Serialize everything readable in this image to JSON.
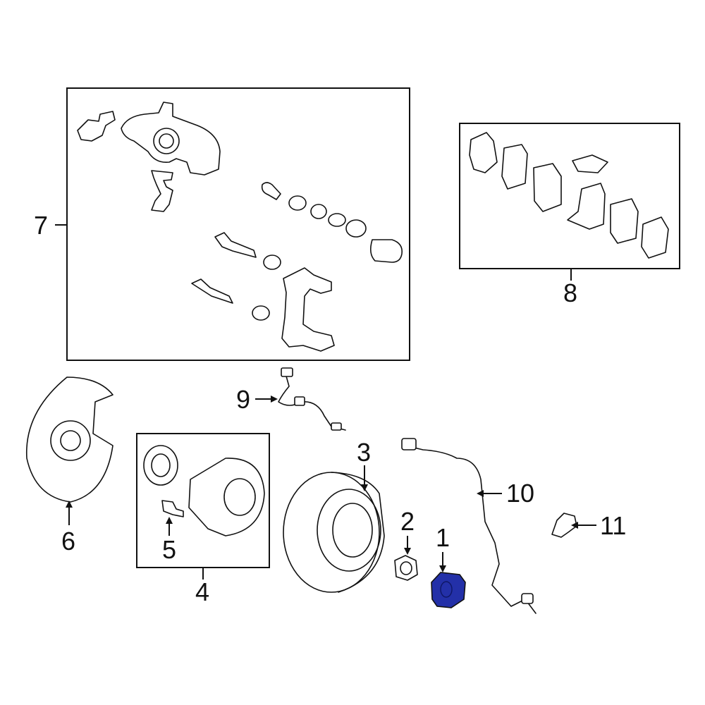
{
  "diagram": {
    "colors": {
      "line": "#111111",
      "highlight": "#2330a8",
      "background": "#ffffff"
    },
    "callouts": [
      {
        "id": "1",
        "label": "1"
      },
      {
        "id": "2",
        "label": "2"
      },
      {
        "id": "3",
        "label": "3"
      },
      {
        "id": "4",
        "label": "4"
      },
      {
        "id": "5",
        "label": "5"
      },
      {
        "id": "6",
        "label": "6"
      },
      {
        "id": "7",
        "label": "7"
      },
      {
        "id": "8",
        "label": "8"
      },
      {
        "id": "9",
        "label": "9"
      },
      {
        "id": "10",
        "label": "10"
      },
      {
        "id": "11",
        "label": "11"
      }
    ],
    "highlighted_part": "1"
  }
}
